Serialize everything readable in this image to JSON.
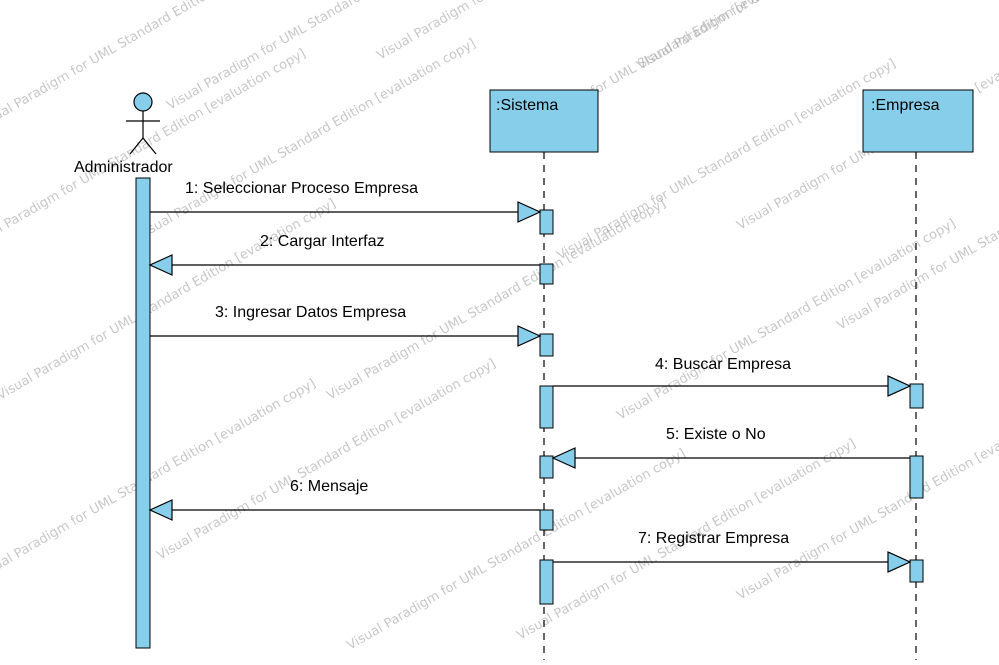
{
  "diagram": {
    "participants": [
      {
        "id": "admin",
        "label": "Administrador",
        "kind": "actor"
      },
      {
        "id": "sistema",
        "label": ":Sistema",
        "kind": "object"
      },
      {
        "id": "empresa",
        "label": ":Empresa",
        "kind": "object"
      }
    ],
    "messages": [
      {
        "label": "1: Seleccionar Proceso Empresa",
        "from": "admin",
        "to": "sistema"
      },
      {
        "label": "2: Cargar Interfaz",
        "from": "sistema",
        "to": "admin"
      },
      {
        "label": "3: Ingresar Datos Empresa",
        "from": "admin",
        "to": "sistema"
      },
      {
        "label": "4: Buscar Empresa",
        "from": "sistema",
        "to": "empresa"
      },
      {
        "label": "5: Existe o No",
        "from": "empresa",
        "to": "sistema"
      },
      {
        "label": "6: Mensaje",
        "from": "sistema",
        "to": "admin"
      },
      {
        "label": "7: Registrar Empresa",
        "from": "sistema",
        "to": "empresa"
      }
    ],
    "watermark": "Visual Paradigm for UML Standard Edition [evaluation copy]"
  },
  "colors": {
    "fill": "#87ceeb",
    "stroke": "#000000",
    "watermark": "#9a9a9a"
  }
}
